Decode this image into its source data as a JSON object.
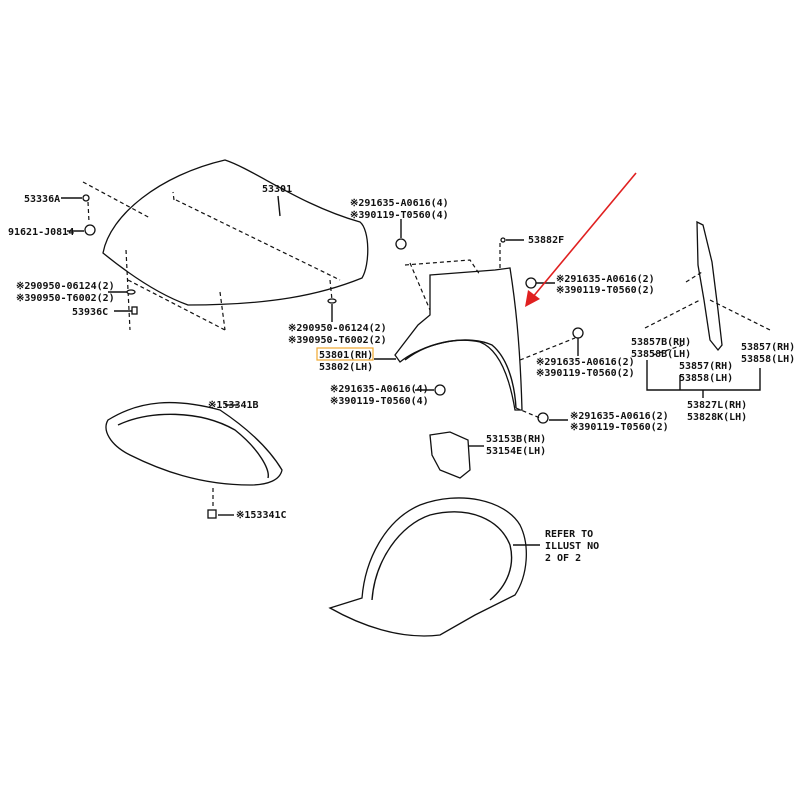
{
  "labels": {
    "hood": "53301",
    "hood_stay": "53336A",
    "hood_cushion": "91621-J0814",
    "hood_clip_a1": "※290950-06124(2)",
    "hood_clip_a2": "※390950-T6002(2)",
    "hood_bumper": "53936C",
    "hood_clip_b1": "※290950-06124(2)",
    "hood_clip_b2": "※390950-T6002(2)",
    "top_bolt1": "※291635-A0616(4)",
    "top_bolt2": "※390119-T0560(4)",
    "fender_clip": "53882F",
    "rear_bolt1": "※291635-A0616(2)",
    "rear_bolt2": "※390119-T0560(2)",
    "fender_rh": "53801(RH)",
    "fender_lh": "53802(LH)",
    "mid_bolt1": "※291635-A0616(2)",
    "mid_bolt2": "※390119-T0560(2)",
    "front_bolt1": "※291635-A0616(4)",
    "front_bolt2": "※390119-T0560(4)",
    "low_bolt1": "※291635-A0616(2)",
    "low_bolt2": "※390119-T0560(2)",
    "seal_a_rh": "53857B(RH)",
    "seal_a_lh": "53858B(LH)",
    "seal_b_rh": "53857(RH)",
    "seal_b_lh": "53858(LH)",
    "seal_c_rh": "53857(RH)",
    "seal_c_lh": "53858(LH)",
    "seal_set_rh": "53827L(RH)",
    "seal_set_lh": "53828K(LH)",
    "splash_rh": "53153B(RH)",
    "splash_lh": "53154E(LH)",
    "insulator": "※153341B",
    "insulator_clip": "※153341C",
    "refer1": "REFER TO",
    "refer2": "ILLUST NO",
    "refer3": "2 OF 2"
  },
  "colors": {
    "highlight": "#f0a830",
    "arrow": "#e02020"
  }
}
